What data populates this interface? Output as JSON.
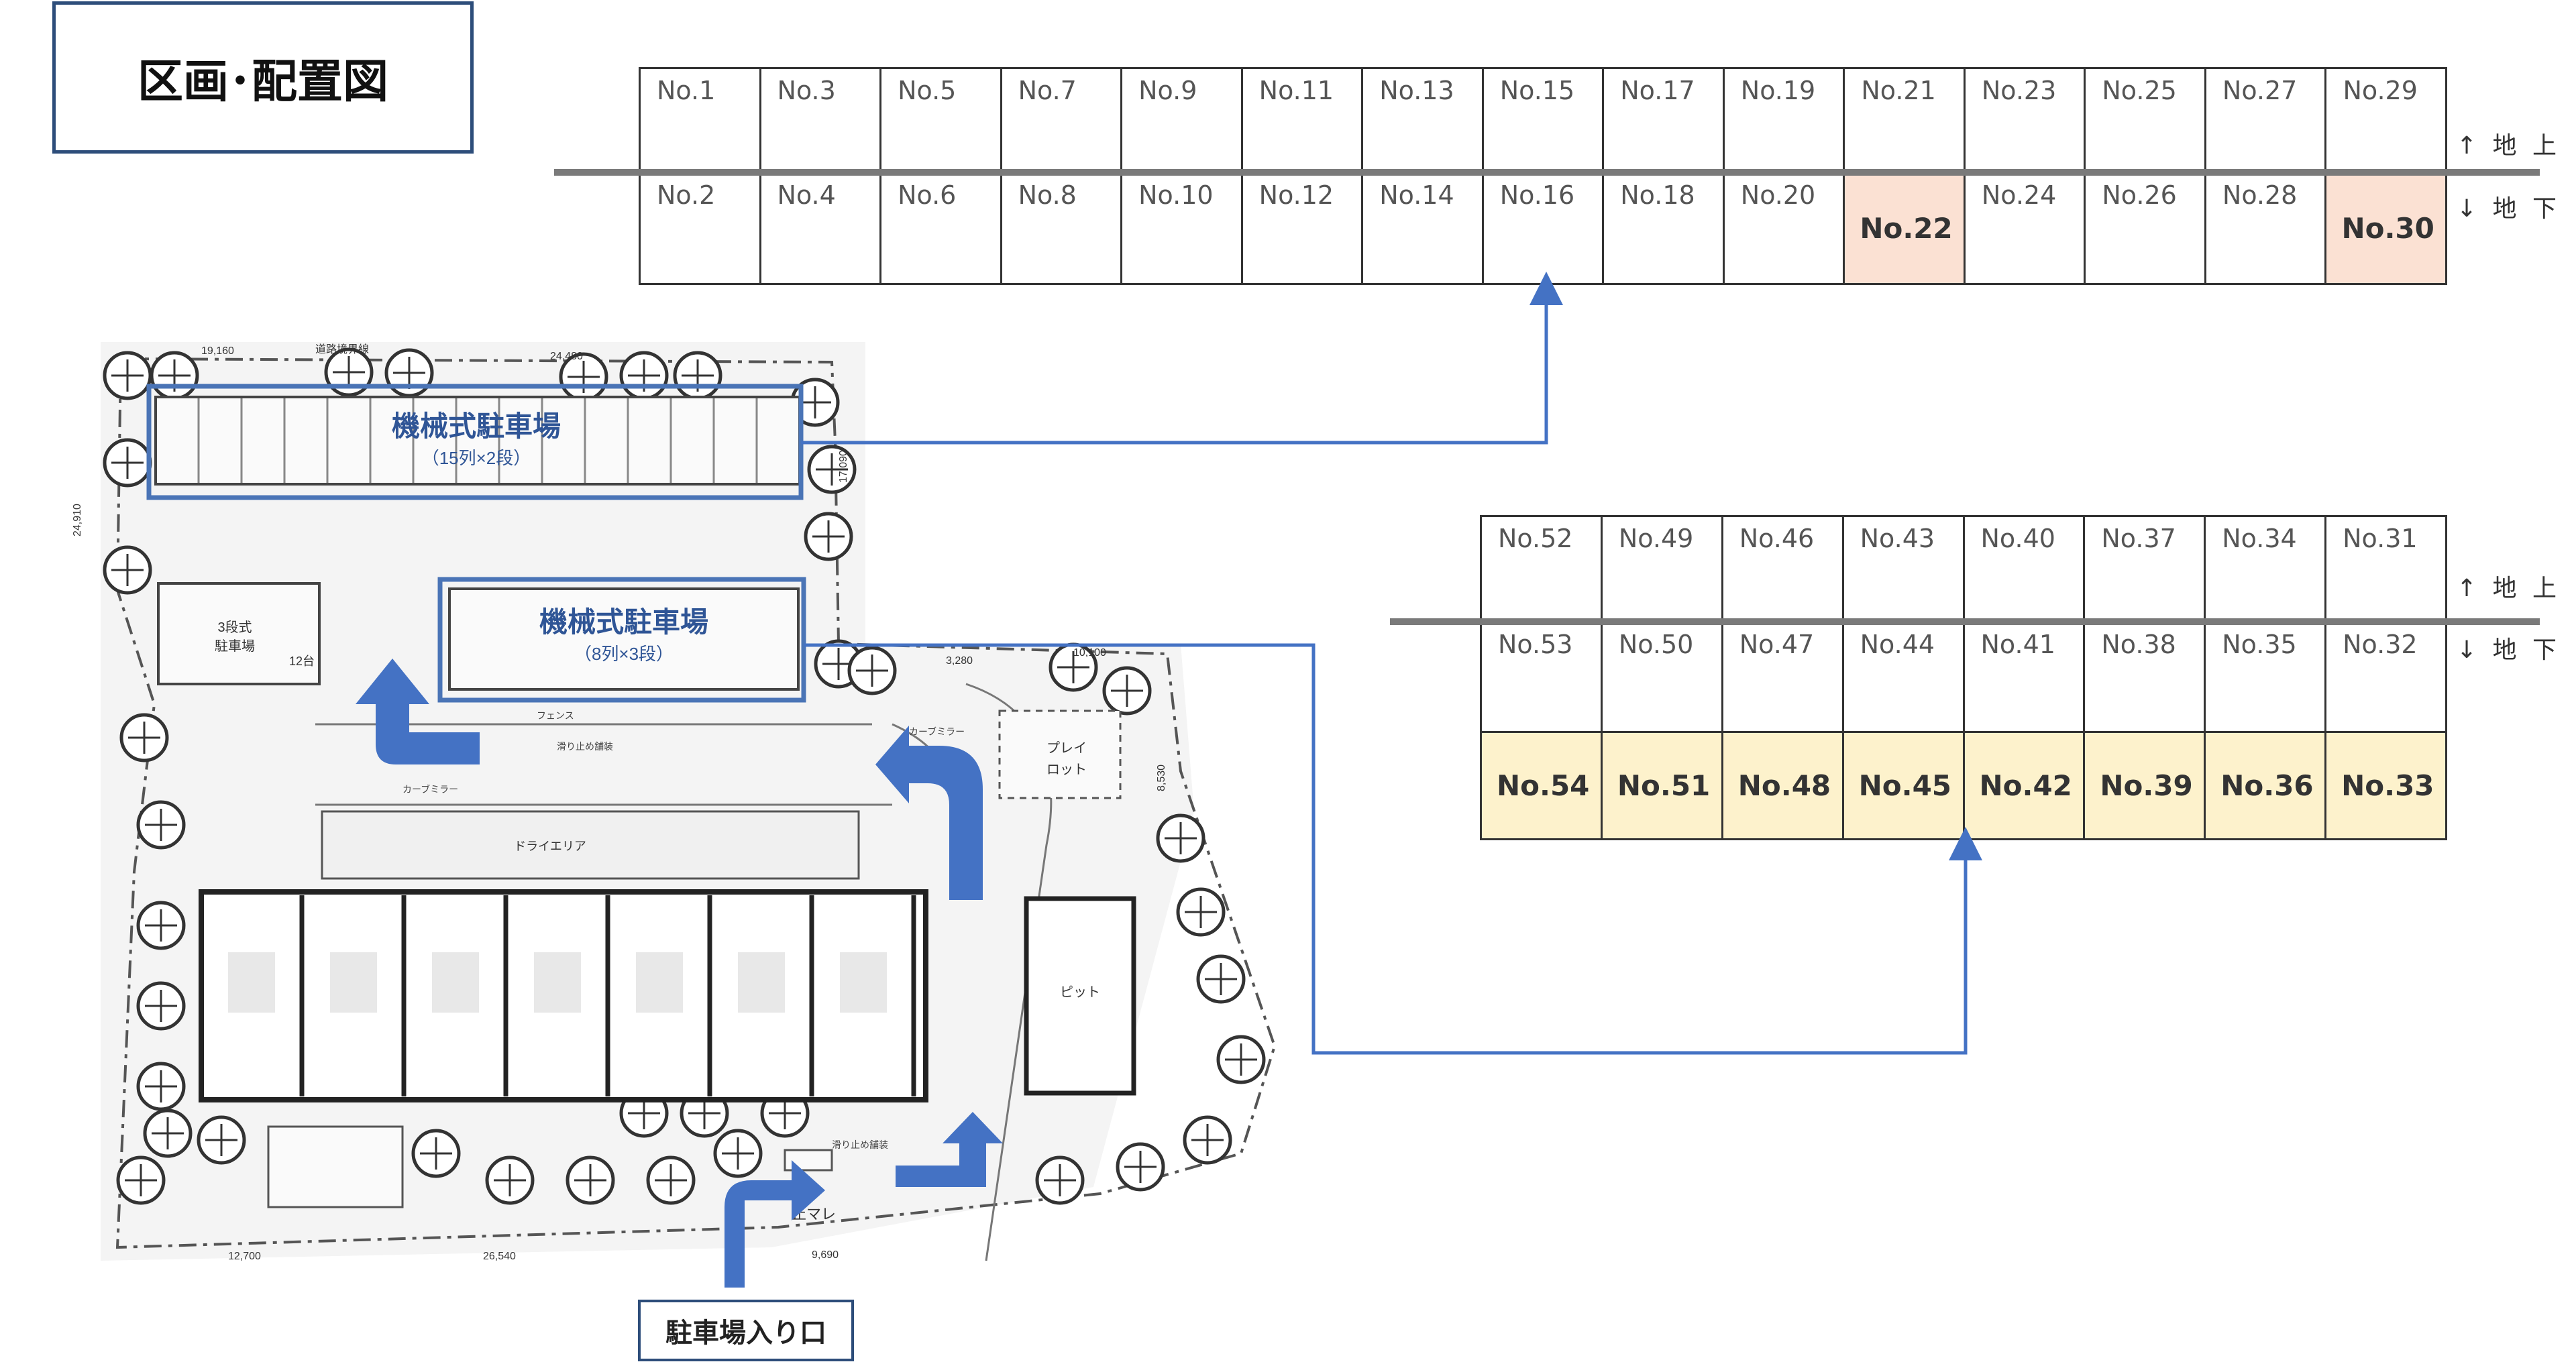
{
  "title": "区画･配置図",
  "legend_up": "↑ 地 上",
  "legend_down": "↓ 地 下",
  "upper_grid": {
    "top_row": [
      "No.1",
      "No.3",
      "No.5",
      "No.7",
      "No.9",
      "No.11",
      "No.13",
      "No.15",
      "No.17",
      "No.19",
      "No.21",
      "No.23",
      "No.25",
      "No.27",
      "No.29"
    ],
    "bottom_row": [
      "No.2",
      "No.4",
      "No.6",
      "No.8",
      "No.10",
      "No.12",
      "No.14",
      "No.16",
      "No.18",
      "No.20",
      "No.22",
      "No.24",
      "No.26",
      "No.28",
      "No.30"
    ],
    "highlighted": [
      "No.22",
      "No.30"
    ],
    "highlight_color": "#fbe1d3"
  },
  "lower_grid": {
    "row1": [
      "No.52",
      "No.49",
      "No.46",
      "No.43",
      "No.40",
      "No.37",
      "No.34",
      "No.31"
    ],
    "row2": [
      "No.53",
      "No.50",
      "No.47",
      "No.44",
      "No.41",
      "No.38",
      "No.35",
      "No.32"
    ],
    "row3": [
      "No.54",
      "No.51",
      "No.48",
      "No.45",
      "No.42",
      "No.39",
      "No.36",
      "No.33"
    ],
    "highlight_color": "#fdf2cc"
  },
  "plan": {
    "parking_a_title": "機械式駐車場",
    "parking_a_sub": "（15列×2段）",
    "parking_b_title": "機械式駐車場",
    "parking_b_sub": "（8列×3段）",
    "lot3_label_1": "3段式",
    "lot3_label_2": "駐車場",
    "lot3_count": "12台",
    "dry_area": "ドライエリア",
    "play_lot_1": "プレイ",
    "play_lot_2": "ロット",
    "pit": "ピット",
    "fence": "フェンス",
    "curve_mirror": "カーブミラー",
    "slip_stop": "滑り止め舗装",
    "stop_mark": "止マレ",
    "dim_top_1": "19,160",
    "dim_top_2": "24,480",
    "dim_road_1": "道路境界線",
    "dim_right_1": "17,090",
    "dim_left_1": "24,910",
    "dim_mid_1": "3,280",
    "dim_mid_2": "10,100",
    "dim_mid_3": "8,530",
    "dim_bottom_1": "26,540",
    "dim_bottom_2": "12,700",
    "dim_bottom_3": "9,690",
    "accent_color": "#4472c4"
  },
  "entrance": "駐車場入り口"
}
